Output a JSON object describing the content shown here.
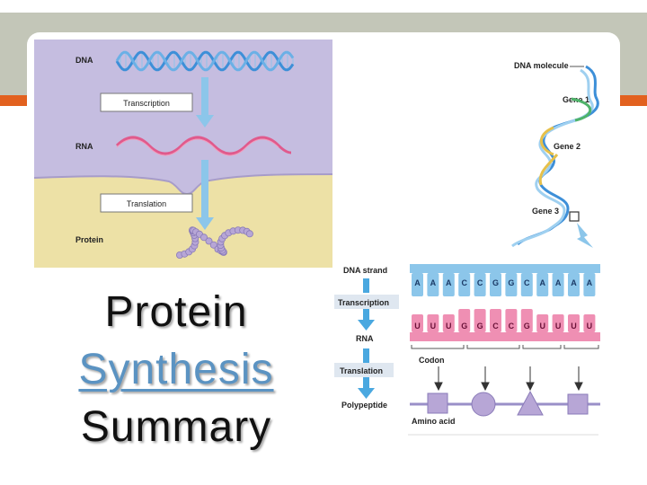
{
  "left_diagram": {
    "labels": {
      "dna": "DNA",
      "rna": "RNA",
      "protein": "Protein"
    },
    "boxes": {
      "transcription": "Transcription",
      "translation": "Translation"
    }
  },
  "right_diagram": {
    "dna_molecule": "DNA molecule",
    "genes": [
      "Gene 1",
      "Gene 2",
      "Gene 3"
    ],
    "dna_strand": "DNA strand",
    "transcription": "Transcription",
    "rna": "RNA",
    "translation": "Translation",
    "codon": "Codon",
    "polypeptide": "Polypeptide",
    "amino_acid": "Amino acid",
    "dna_bases": [
      "A",
      "A",
      "A",
      "C",
      "C",
      "G",
      "G",
      "C",
      "A",
      "A",
      "A",
      "A"
    ],
    "rna_bases": [
      "U",
      "U",
      "U",
      "G",
      "G",
      "C",
      "C",
      "G",
      "U",
      "U",
      "U",
      "U"
    ]
  },
  "title": {
    "line1": "Protein",
    "line2": "Synthesis",
    "line3": "Summary"
  },
  "colors": {
    "band": "#c3c6b8",
    "accent": "#e2611f",
    "title_blue": "#5b93c2",
    "arrow": "#5aaee0",
    "dna": "#3d8fd8",
    "rna": "#e05a8c",
    "protein": "#b7a6d6"
  }
}
